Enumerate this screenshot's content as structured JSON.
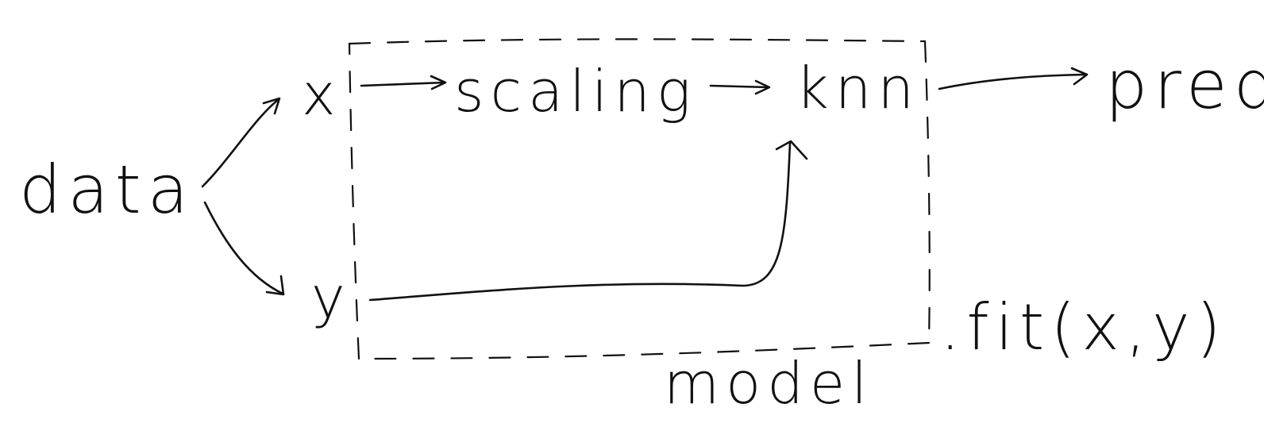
{
  "nodes": {
    "data": "data",
    "x": "x",
    "y": "y",
    "scaling": "scaling",
    "knn": "knn",
    "pred": "pred"
  },
  "model_label": "model",
  "fit_label": ".fit(x,y)",
  "colors": {
    "ink": "#111111",
    "background": "#ffffff"
  }
}
